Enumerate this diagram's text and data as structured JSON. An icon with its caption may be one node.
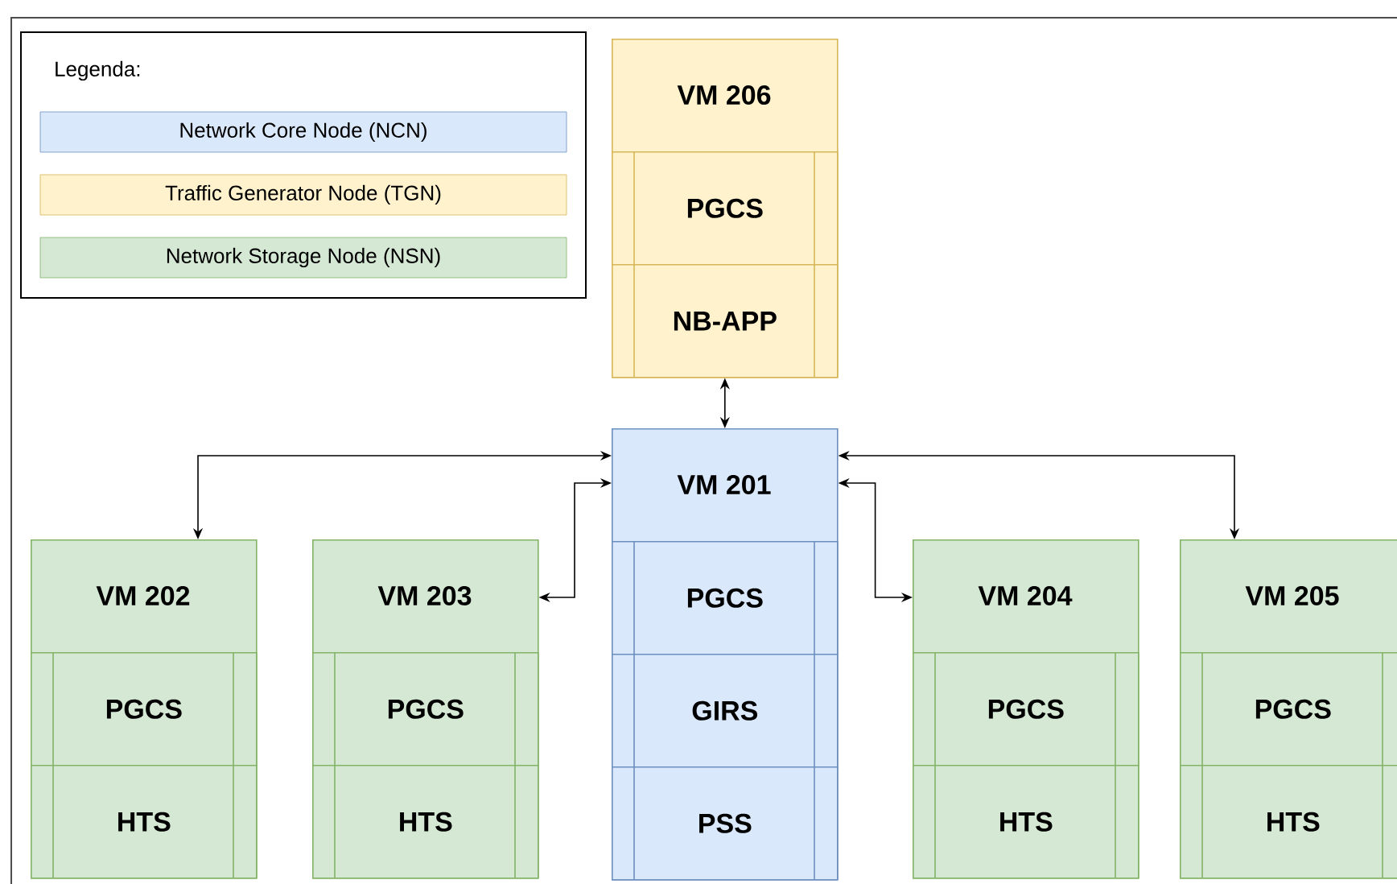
{
  "diagram": {
    "nodes": [
      {
        "text": [
          "VM 206"
        ]
      },
      {
        "text": [
          "PGCS"
        ],
        "in": 0
      },
      {
        "text": [
          "NB-APP"
        ],
        "in": 0
      },
      {
        "text": [
          "VM 201"
        ]
      },
      {
        "text": [
          "PGCS"
        ],
        "in": 3
      },
      {
        "text": [
          "GIRS"
        ],
        "in": 3
      },
      {
        "text": [
          "PSS"
        ],
        "in": 3
      },
      {
        "text": [
          "VM 202"
        ]
      },
      {
        "text": [
          "PGCS"
        ],
        "in": 7
      },
      {
        "text": [
          "HTS"
        ],
        "in": 7
      },
      {
        "text": [
          "VM 203"
        ]
      },
      {
        "text": [
          "PGCS"
        ],
        "in": 10
      },
      {
        "text": [
          "HTS"
        ],
        "in": 10
      },
      {
        "text": [
          "VM 204"
        ]
      },
      {
        "text": [
          "PGCS"
        ],
        "in": 13
      },
      {
        "text": [
          "HTS"
        ],
        "in": 13
      },
      {
        "text": [
          "VM 205"
        ]
      },
      {
        "text": [
          "PGCS"
        ],
        "in": 16
      },
      {
        "text": [
          "HTS"
        ],
        "in": 16
      }
    ],
    "edges": [
      {
        "from": 0,
        "to": 3,
        "arrow": "both"
      },
      {
        "from": 3,
        "to": 7,
        "arrow": "both"
      },
      {
        "from": 3,
        "to": 10,
        "arrow": "both"
      },
      {
        "from": 3,
        "to": 13,
        "arrow": "both"
      },
      {
        "from": 3,
        "to": 16,
        "arrow": "both"
      }
    ],
    "labels": [
      "Legenda:"
    ],
    "legend": [
      {
        "text": "Network Core Node (NCN)",
        "color": "#dae8fc"
      },
      {
        "text": "Traffic Generator Node (TGN)",
        "color": "#fff2cc"
      },
      {
        "text": "Network Storage Node (NSN)",
        "color": "#d5e8d4"
      }
    ]
  }
}
